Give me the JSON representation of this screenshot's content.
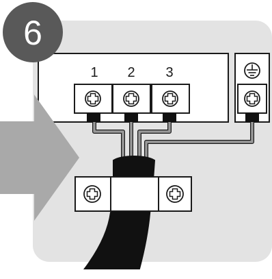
{
  "step": {
    "number": "6"
  },
  "terminals": {
    "labels": [
      "1",
      "2",
      "3"
    ]
  },
  "ground": {
    "icon": "ground-symbol-icon"
  },
  "icons": {
    "screw": "phillips-screw-icon",
    "arrow": "right-arrow-icon"
  },
  "colors": {
    "panel_bg": "#e3e3e3",
    "badge_bg": "#595959",
    "arrow": "#a9a9a9",
    "wire_gray": "#9a9a9a",
    "cable_black": "#111111",
    "outline": "#1a1a1a",
    "block_fill": "#ffffff"
  }
}
